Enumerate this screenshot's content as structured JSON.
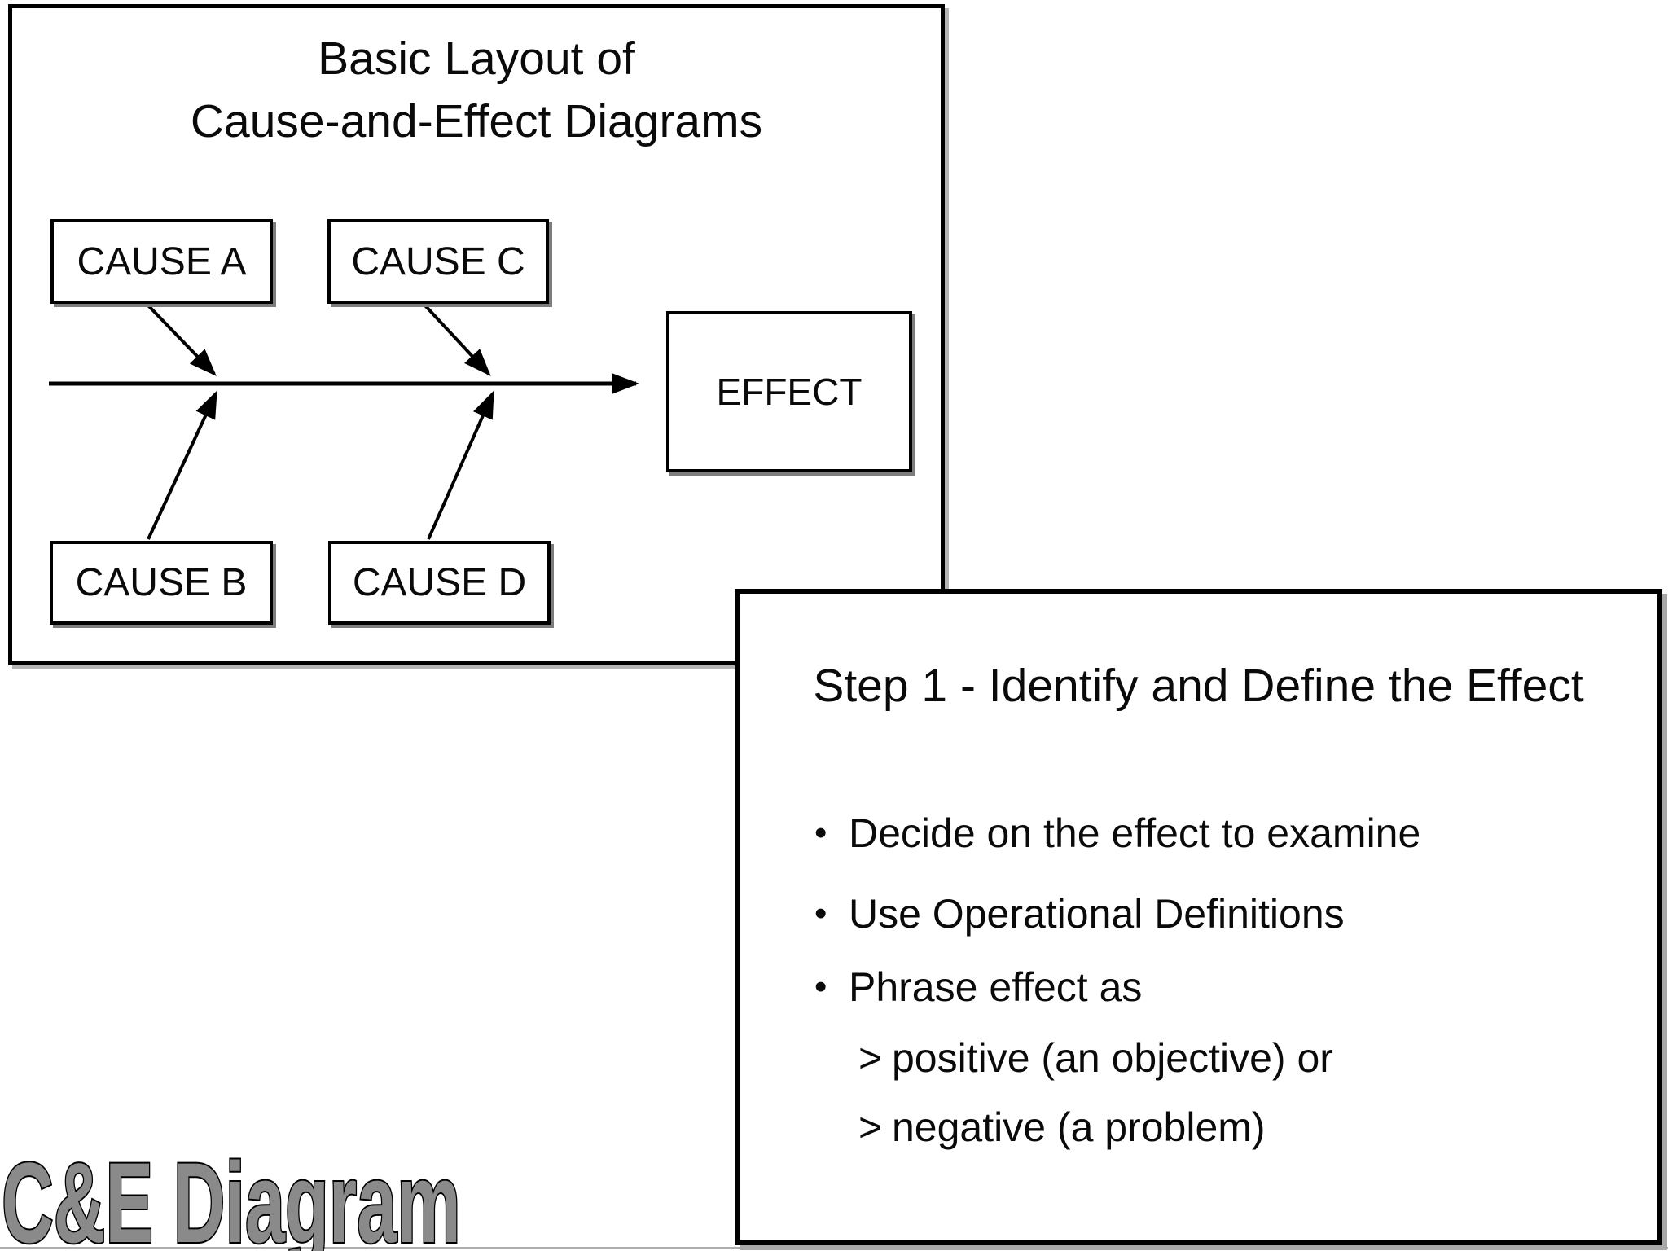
{
  "slide1": {
    "title_line1": "Basic Layout of",
    "title_line2": "Cause-and-Effect Diagrams",
    "boxes": {
      "cause_a": "CAUSE A",
      "cause_b": "CAUSE B",
      "cause_c": "CAUSE C",
      "cause_d": "CAUSE D",
      "effect": "EFFECT"
    }
  },
  "slide2": {
    "title": "Step 1 - Identify and Define the Effect",
    "bullets": [
      {
        "marker": "•",
        "text": "Decide on the effect to examine",
        "level": 1
      },
      {
        "marker": "•",
        "text": "Use Operational Definitions",
        "level": 1
      },
      {
        "marker": "•",
        "text": "Phrase effect as",
        "level": 1
      },
      {
        "marker": ">",
        "text": "positive (an objective) or",
        "level": 2
      },
      {
        "marker": ">",
        "text": "negative (a problem)",
        "level": 2
      }
    ]
  },
  "watermark": {
    "text": "C&E Diagram",
    "color": "#8a8a8a"
  }
}
